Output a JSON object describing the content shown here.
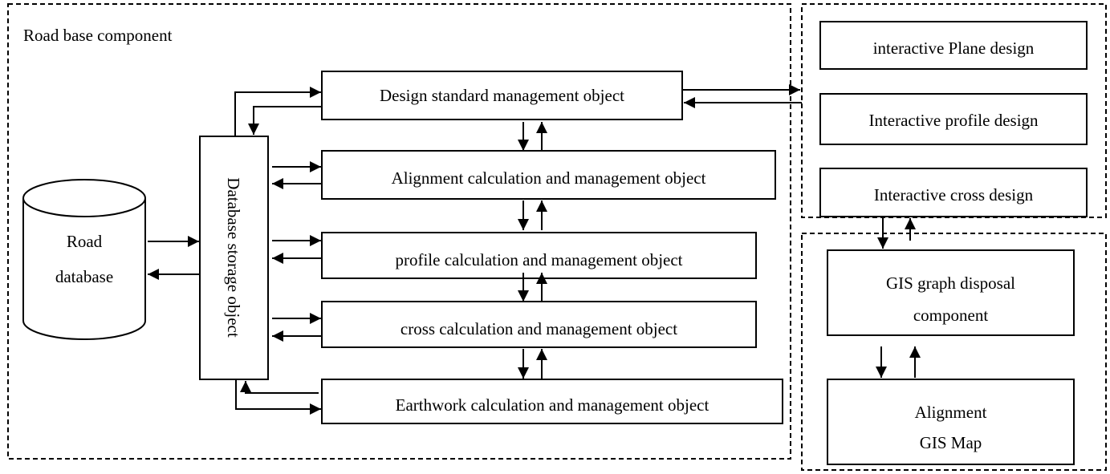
{
  "regions": {
    "road_base": "Road base component"
  },
  "database": {
    "line1": "Road",
    "line2": "database"
  },
  "storage": "Database storage object",
  "objects": [
    "Design standard management object",
    "Alignment calculation and management object",
    "profile calculation and management object",
    "cross calculation and management object",
    "Earthwork calculation and management object"
  ],
  "interactive": [
    "interactive Plane design",
    "Interactive profile design",
    "Interactive cross design"
  ],
  "gis_component": {
    "line1": "GIS graph disposal",
    "line2": "component"
  },
  "gis_map": {
    "line1": "Alignment",
    "line2": "GIS Map"
  }
}
